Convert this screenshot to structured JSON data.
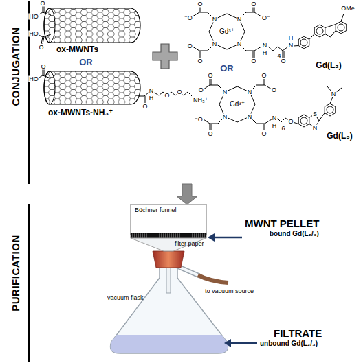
{
  "diagram": {
    "nodes": [
      {
        "text": [
          "CONJUGATION"
        ]
      },
      {
        "text": [
          "PURIFICATION"
        ]
      }
    ],
    "edges": [
      {
        "from": 0,
        "to": 1,
        "arrow": "to"
      }
    ],
    "labels": [
      "O",
      "HO",
      "HO",
      "O",
      "ox-MWNTs",
      "OR",
      "O",
      "HO",
      "O",
      "N",
      "H",
      "O",
      "O",
      "NH₃⁺",
      "ox-MWNTs-NH₃⁺",
      "O",
      "⁻O",
      "O",
      "O⁻",
      "Gd³⁺",
      "N",
      "N",
      "N",
      "N",
      "⁻O",
      "O",
      "O",
      "N",
      "H",
      "4",
      "O",
      "N",
      "H",
      "OMe",
      "Gd(L₂)",
      "OR",
      "O",
      "⁻O",
      "O",
      "O⁻",
      "Gd³⁺",
      "N",
      "N",
      "N",
      "N",
      "⁻O",
      "O",
      "O",
      "N",
      "H",
      "6",
      "O",
      "S",
      "N",
      "N",
      "Gd(L₃)",
      "Büchner funnel",
      "MWNT PELLET",
      "bound Gd(L₂/₃)",
      "filter paper",
      "vacuum flask",
      "to vacuum source",
      "FILTRATE",
      "unbound Gd(L₂/₃)"
    ]
  }
}
